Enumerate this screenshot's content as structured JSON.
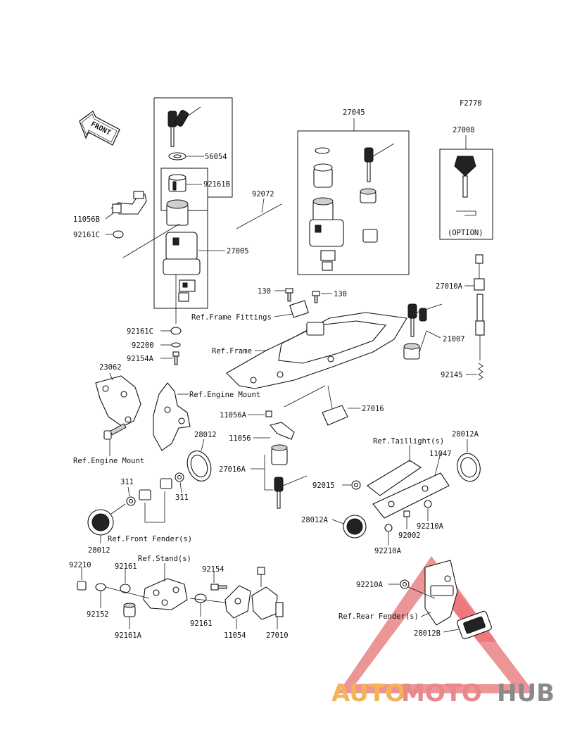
{
  "diagram_code": "F2770",
  "front_arrow": "FRONT",
  "watermark": {
    "part1": "AUTO",
    "part2": "MOTO",
    "part3": "HUB"
  },
  "labels": {
    "l27045": "27045",
    "l56054": "56054",
    "l92161B": "92161B",
    "l92072": "92072",
    "l27008": "27008",
    "l11056B": "11056B",
    "l92161C_top": "92161C",
    "l27005": "27005",
    "l27010A": "27010A",
    "l130a": "130",
    "l130b": "130",
    "lRefFrameFittings": "Ref.Frame Fittings",
    "l21007": "21007",
    "l92161C_bot": "92161C",
    "l92200": "92200",
    "lRefFrame": "Ref.Frame",
    "l92154A": "92154A",
    "l92145": "92145",
    "l23062": "23062",
    "lRefEngineMount1": "Ref.Engine Mount",
    "l11056A": "11056A",
    "l27016": "27016",
    "l11056": "11056",
    "l28012": "28012",
    "lRefTaillight": "Ref.Taillight(s)",
    "l28012A_top": "28012A",
    "l11047": "11047",
    "lRefEngineMount2": "Ref.Engine Mount",
    "l27016A": "27016A",
    "l311a": "311",
    "l311b": "311",
    "l92015": "92015",
    "l28012A_left": "28012A",
    "l92210A_mid": "92210A",
    "l92002": "92002",
    "l92210A_low": "92210A",
    "lRefFrontFender": "Ref.Front Fender(s)",
    "l28012_bot": "28012",
    "lRefStand": "Ref.Stand(s)",
    "l92210": "92210",
    "l92161": "92161",
    "l92154": "92154",
    "l92152": "92152",
    "l92161A": "92161A",
    "l92161_b": "92161",
    "l11054": "11054",
    "l27010": "27010",
    "l92210A_rear": "92210A",
    "lRefRearFender": "Ref.Rear Fender(s)",
    "l28012B": "28012B",
    "lOption": "(OPTION)"
  },
  "colors": {
    "wm_triangle": "#e9878a",
    "wm_auto": "#f2b457",
    "wm_hub": "#8a8a8a"
  },
  "icons": [
    "front-arrow-icon",
    "key-icon",
    "lock-cylinder-icon",
    "reflector-icon"
  ]
}
